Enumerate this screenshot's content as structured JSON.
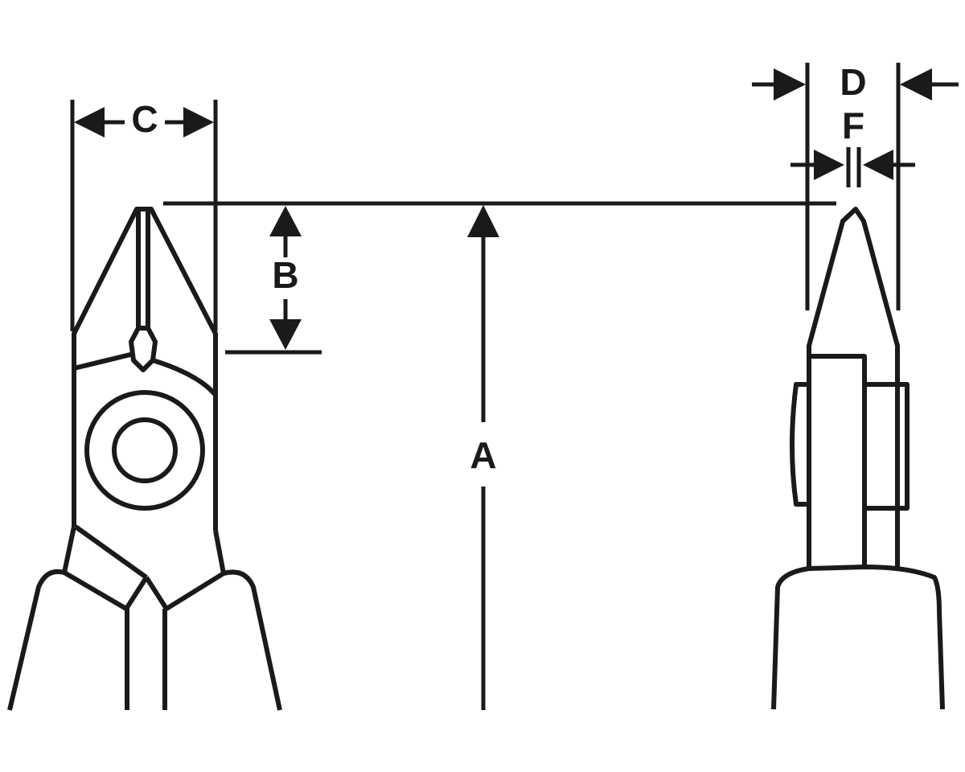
{
  "diagram": {
    "labels": {
      "a": "A",
      "b": "B",
      "c": "C",
      "d": "D",
      "f": "F"
    },
    "colors": {
      "line": "#1a1a1a",
      "background": "#ffffff"
    }
  }
}
